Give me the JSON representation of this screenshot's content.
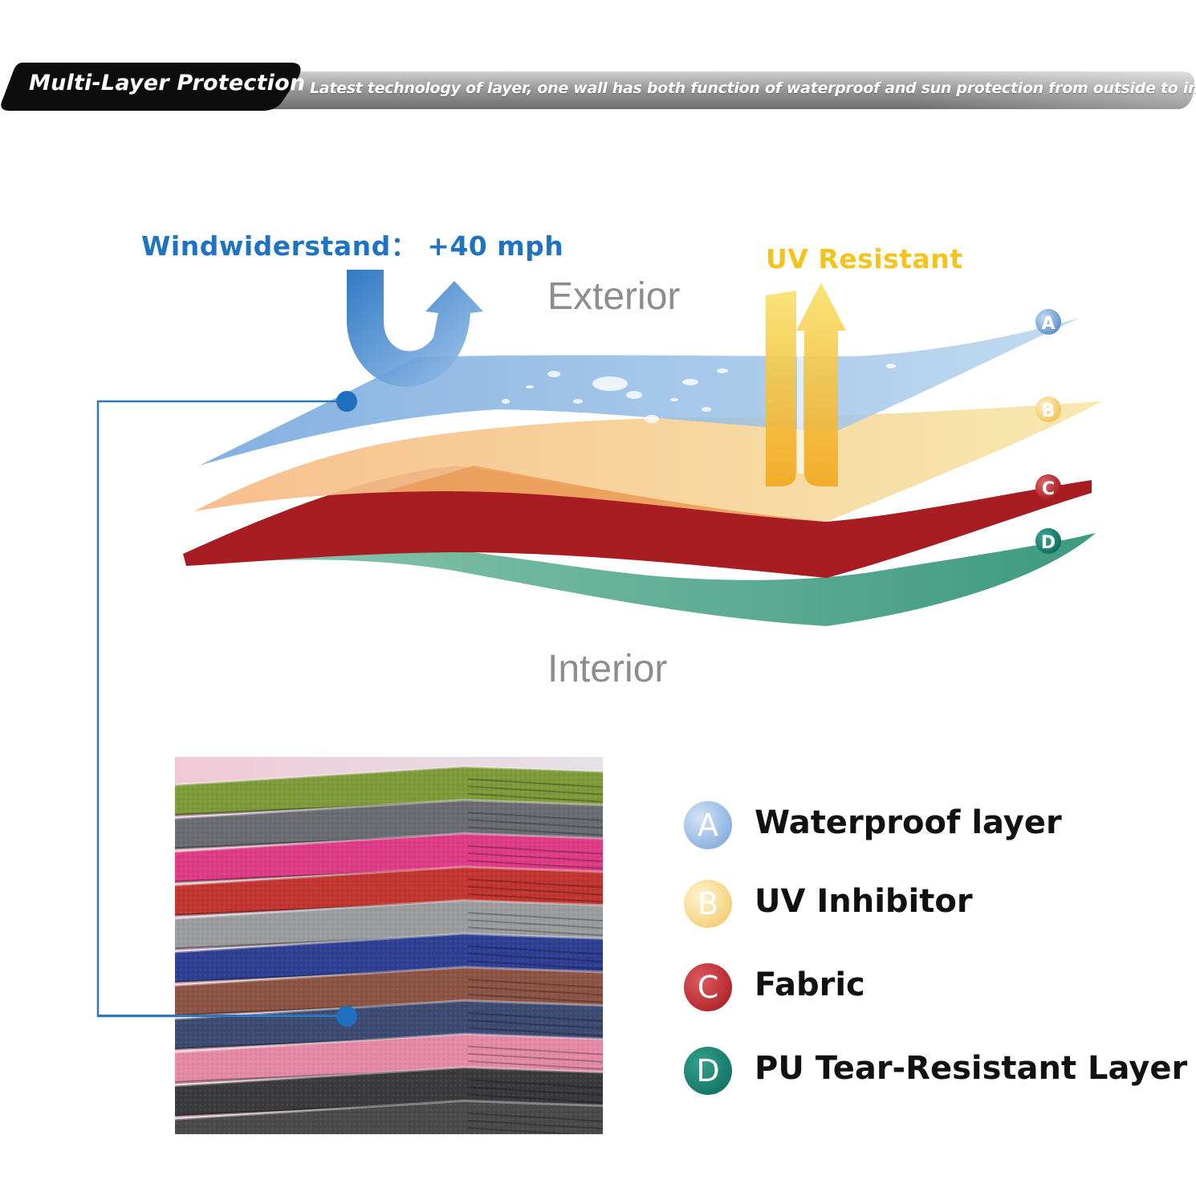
{
  "banner": {
    "title": "Multi-Layer Protection",
    "subtitle": "Latest technology of layer, one wall has both function of waterproof and sun protection from outside to inside"
  },
  "diagram": {
    "wind_label": "Windwiderstand： +40 mph",
    "uv_label": "UV Resistant",
    "exterior_label": "Exterior",
    "interior_label": "Interior",
    "layer_markers": [
      "A",
      "B",
      "C",
      "D"
    ]
  },
  "legend": [
    {
      "letter": "A",
      "label": "Waterproof layer",
      "color": "#8fb4df"
    },
    {
      "letter": "B",
      "label": "UV Inhibitor",
      "color": "#f4d27e"
    },
    {
      "letter": "C",
      "label": "Fabric",
      "color": "#b0282d"
    },
    {
      "letter": "D",
      "label": "PU Tear-Resistant Layer",
      "color": "#1f8a7a"
    }
  ],
  "colors": {
    "layer_a": "#8cb7e4",
    "layer_b": "#f6cf8e",
    "layer_c": "#a81d22",
    "layer_d": "#6bb199",
    "connector": "#2e77b8",
    "uv_arrow": "#f4b82a",
    "wind_arrow": "#2f78c5"
  },
  "fabric_colors": [
    "#7f9a3a",
    "#6a6c72",
    "#df3b86",
    "#c23531",
    "#9a9c9e",
    "#2f3f93",
    "#8d5446",
    "#3d4a72",
    "#e48aa7",
    "#3a3a3c",
    "#4a4a4a"
  ]
}
